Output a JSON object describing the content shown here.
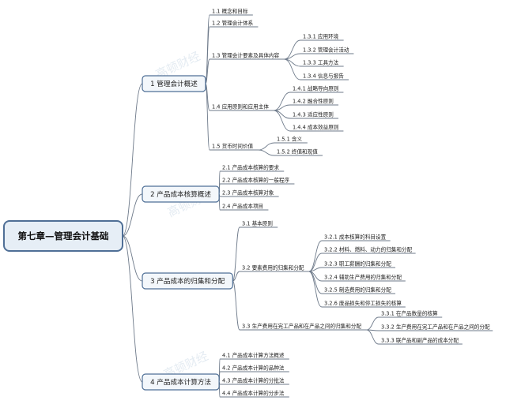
{
  "root": {
    "label": "第七章—管理会计基础"
  },
  "watermark": "高顿财经",
  "branches": [
    {
      "label": "1 管理会计概述",
      "children": [
        {
          "label": "1.1 概念和目标"
        },
        {
          "label": "1.2 管理会计体系"
        },
        {
          "label": "1.3 管理会计要素及具体内容",
          "children": [
            {
              "label": "1.3.1 应用环境"
            },
            {
              "label": "1.3.2 管理会计活动"
            },
            {
              "label": "1.3.3 工具方法"
            },
            {
              "label": "1.3.4 信息与报告"
            }
          ]
        },
        {
          "label": "1.4 应用原则和应用主体",
          "children": [
            {
              "label": "1.4.1 战略导向原则"
            },
            {
              "label": "1.4.2 融合性原则"
            },
            {
              "label": "1.4.3 适应性原则"
            },
            {
              "label": "1.4.4 成本效益原则"
            }
          ]
        },
        {
          "label": "1.5 货币时间价值",
          "children": [
            {
              "label": "1.5.1 含义"
            },
            {
              "label": "1.5.2 终值和现值"
            }
          ]
        }
      ]
    },
    {
      "label": "2 产品成本核算概述",
      "children": [
        {
          "label": "2.1 产品成本核算的要求"
        },
        {
          "label": "2.2 产品成本核算的一般程序"
        },
        {
          "label": "2.3 产品成本核算对象"
        },
        {
          "label": "2.4 产品成本项目"
        }
      ]
    },
    {
      "label": "3 产品成本的归集和分配",
      "children": [
        {
          "label": "3.1 基本原则"
        },
        {
          "label": "3.2 要素费用的归集和分配",
          "children": [
            {
              "label": "3.2.1 成本核算的科目设置"
            },
            {
              "label": "3.2.2 材料、燃料、动力的归集和分配"
            },
            {
              "label": "3.2.3 职工薪酬的归集和分配"
            },
            {
              "label": "3.2.4 辅助生产费用的归集和分配"
            },
            {
              "label": "3.2.5 制造费用的归集和分配"
            },
            {
              "label": "3.2.6 废品损失和停工损失的核算"
            }
          ]
        },
        {
          "label": "3.3 生产费用在完工产品和在产品之间的归集和分配",
          "children": [
            {
              "label": "3.3.1 在产品数量的核算"
            },
            {
              "label": "3.3.2 生产费用在完工产品和在产品之间的分配"
            },
            {
              "label": "3.3.3 联产品和副产品的成本分配"
            }
          ]
        }
      ]
    },
    {
      "label": "4 产品成本计算方法",
      "children": [
        {
          "label": "4.1 产品成本计算方法概述"
        },
        {
          "label": "4.2 产品成本计算的品种法"
        },
        {
          "label": "4.3 产品成本计算的分批法"
        },
        {
          "label": "4.4 产品成本计算的分步法"
        }
      ]
    }
  ]
}
